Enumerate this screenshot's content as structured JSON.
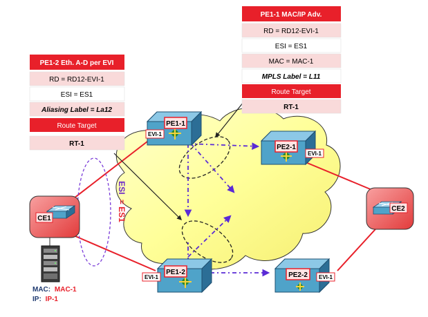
{
  "colors": {
    "header_red": "#E8202A",
    "row_pink": "#F9DADA",
    "row_white": "#FFFFFF",
    "cloud_yellow": "#FFFF99",
    "router_blue": "#4FA3C9",
    "ce_red": "#E94141",
    "link_red": "#E8202A",
    "esi_purple": "#6A28C8",
    "esi_red": "#E8202A"
  },
  "pe1_table": {
    "header": "PE1-1  MAC/IP Adv.",
    "rows": [
      "RD = RD12-EVI-1",
      "ESI = ES1",
      "MAC = MAC-1",
      "MPLS Label = L11"
    ],
    "rt_header": "Route Target",
    "rt_value": "RT-1"
  },
  "pe2_table": {
    "header": "PE1-2  Eth. A-D  per EVI",
    "rows": [
      "RD = RD12-EVI-1",
      "ESI = ES1",
      "Aliasing Label = La12"
    ],
    "rt_header": "Route Target",
    "rt_value": "RT-1"
  },
  "routers": {
    "pe11": {
      "label": "PE1-1",
      "evi": "EVI-1"
    },
    "pe12": {
      "label": "PE1-2",
      "evi": "EVI-1"
    },
    "pe21": {
      "label": "PE2-1",
      "evi": "EVI-1"
    },
    "pe22": {
      "label": "PE2-2",
      "evi": "EVI-1"
    }
  },
  "ce1": {
    "label": "CE1"
  },
  "ce2": {
    "label": "CE2"
  },
  "esi_label": {
    "prefix": "ESI",
    "value": "= ES1"
  },
  "host": {
    "mac_label": "MAC:",
    "mac_value": "MAC-1",
    "ip_label": "IP:",
    "ip_value": "IP-1"
  }
}
